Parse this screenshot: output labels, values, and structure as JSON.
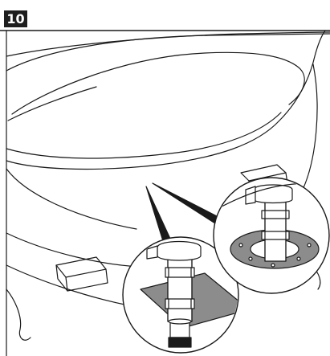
{
  "step": {
    "number": "10"
  },
  "illustration": {
    "subject": "bathtub-drain-installation",
    "callouts": [
      "square-floor-plate-drain",
      "round-base-drain"
    ],
    "colors": {
      "line": "#1a1a1a",
      "plate_fill": "#8c8c8c",
      "pointer_fill": "#1a1a1a",
      "badge_bg": "#1e1e1e",
      "badge_text": "#ffffff"
    }
  }
}
